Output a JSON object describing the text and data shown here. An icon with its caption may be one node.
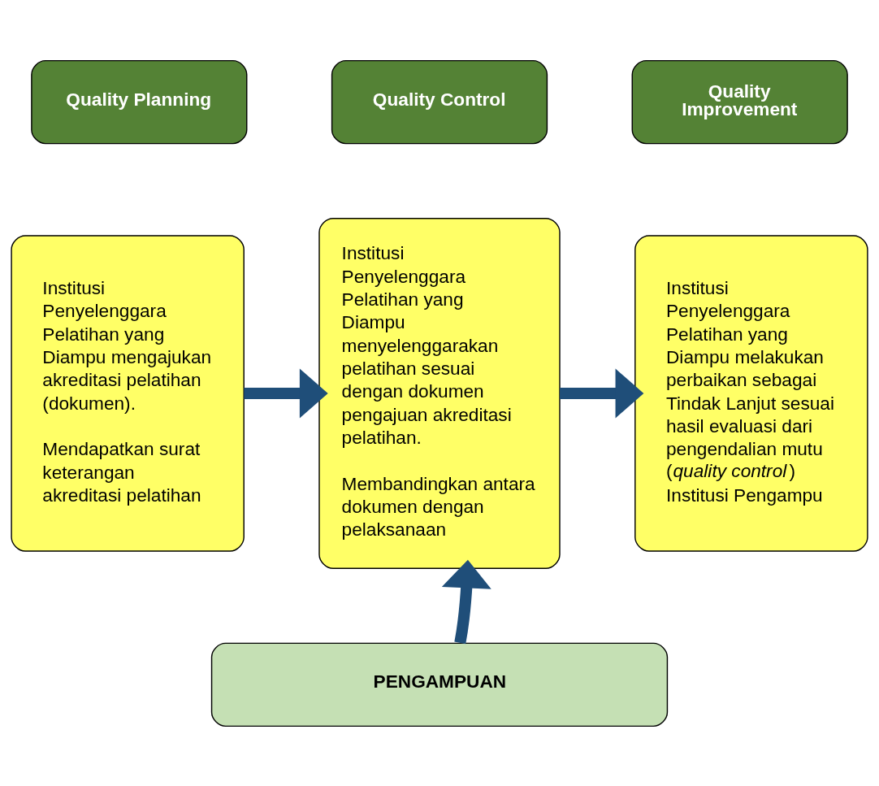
{
  "diagram": {
    "nodes": [
      {
        "text": [
          "Quality Planning"
        ]
      },
      {
        "text": [
          "Quality Control"
        ]
      },
      {
        "text": [
          "Quality Improvement"
        ]
      },
      {
        "text": [
          "Institusi Penyelenggara Pelatihan yang Diampu mengajukan akreditasi pelatihan (dokumen).",
          "Mendapatkan surat keterangan akreditasi pelatihan"
        ]
      },
      {
        "text": [
          "Institusi Penyelenggara Pelatihan yang Diampu menyelenggarakan pelatihan sesuai dengan dokumen pengajuan akreditasi pelatihan.",
          "Membandingkan antara dokumen dengan pelaksanaan"
        ]
      },
      {
        "text": [
          "Institusi Penyelenggara Pelatihan yang Diampu melakukan perbaikan sebagai Tindak Lanjut sesuai hasil evaluasi dari pengendalian mutu (*quality control*) Institusi Pengampu"
        ]
      },
      {
        "text": [
          "PENGAMPUAN"
        ]
      }
    ],
    "edges": [
      {
        "from": 3,
        "to": 4,
        "arrow": "to"
      },
      {
        "from": 4,
        "to": 5,
        "arrow": "to"
      },
      {
        "from": 6,
        "to": 4,
        "arrow": "to"
      }
    ]
  }
}
